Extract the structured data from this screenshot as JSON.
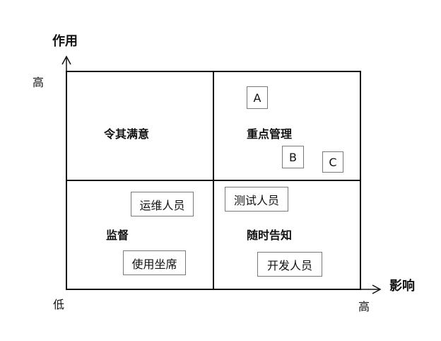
{
  "axes": {
    "y_title": "作用",
    "x_title": "影响",
    "y_high": "高",
    "origin_low": "低",
    "x_high": "高"
  },
  "quadrants": {
    "top_left": "令其满意",
    "top_right": "重点管理",
    "bottom_left": "监督",
    "bottom_right": "随时告知"
  },
  "items": {
    "a": "A",
    "b": "B",
    "c": "C",
    "ops": "运维人员",
    "agent": "使用坐席",
    "tester": "测试人员",
    "dev": "开发人员"
  }
}
